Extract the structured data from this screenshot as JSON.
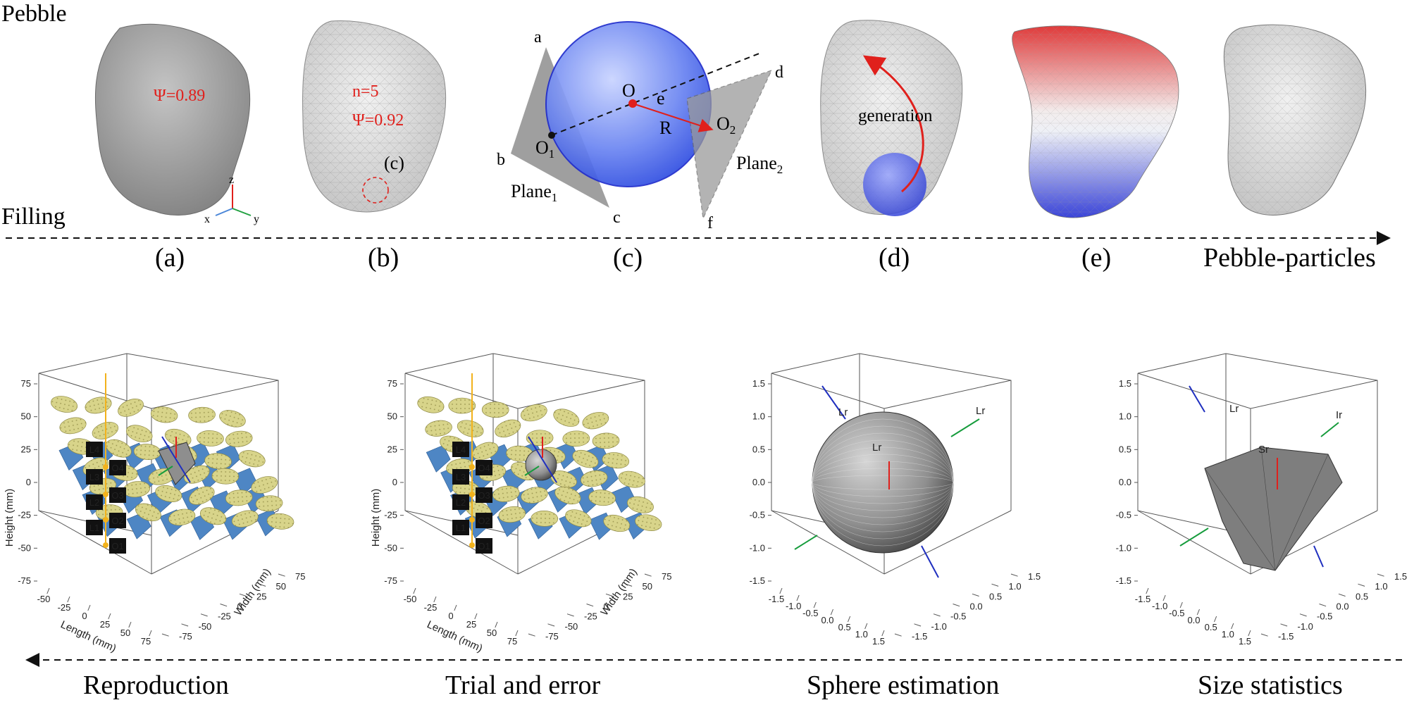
{
  "top": {
    "pebble_label": "Pebble",
    "filling_label": "Filling",
    "panel_a": {
      "caption": "(a)",
      "psi": "Ψ=0.89",
      "axes": [
        "z",
        "x",
        "y"
      ]
    },
    "panel_b": {
      "caption": "(b)",
      "n": "n=5",
      "psi": "Ψ=0.92",
      "marker": "(c)"
    },
    "panel_c": {
      "caption": "(c)",
      "points": [
        "a",
        "b",
        "c",
        "d",
        "e",
        "f",
        "O",
        "R"
      ],
      "o1": "O",
      "o1_sub": "1",
      "o2": "O",
      "o2_sub": "2",
      "plane1": "Plane",
      "plane1_sub": "1",
      "plane2": "Plane",
      "plane2_sub": "2"
    },
    "panel_d": {
      "caption": "(d)",
      "text": "generation"
    },
    "panel_e": {
      "caption": "(e)"
    },
    "final_label": "Pebble-particles"
  },
  "bottom": {
    "labels": [
      "Reproduction",
      "Trial and error",
      "Sphere estimation",
      "Size statistics"
    ],
    "layer_labels": [
      "L4",
      "L3",
      "L2",
      "L1"
    ],
    "point_labels": [
      "O4",
      "O3",
      "O2",
      "O1"
    ],
    "plot1": {
      "ylabel": "Height (mm)",
      "xlabel": "Length (mm)",
      "zlabel": "Width (mm)",
      "yticks": [
        "75",
        "50",
        "25",
        "0",
        "-25",
        "-50",
        "-75"
      ],
      "xticks": [
        "-50",
        "-25",
        "0",
        "25",
        "50",
        "75"
      ],
      "zticks": [
        "75",
        "50",
        "25",
        "0",
        "-25",
        "-50",
        "-75"
      ]
    },
    "plot2": {
      "ylabel": "Height (mm)",
      "xlabel": "Length (mm)",
      "zlabel": "Width (mm)",
      "yticks": [
        "75",
        "50",
        "25",
        "0",
        "-25",
        "-50",
        "-75"
      ],
      "xticks": [
        "-50",
        "-25",
        "0",
        "25",
        "50",
        "75"
      ],
      "zticks": [
        "75",
        "50",
        "25",
        "0",
        "-25",
        "-50",
        "-75"
      ]
    },
    "plot3": {
      "ytick_values": [
        "1.5",
        "1.0",
        "0.5",
        "0.0",
        "-0.5",
        "-1.0",
        "-1.5"
      ],
      "xtick_values": [
        "-1.5",
        "-1.0",
        "-0.5",
        "0.0",
        "0.5",
        "1.0",
        "1.5"
      ],
      "ztick_values": [
        "1.5",
        "1.0",
        "0.5",
        "0.0",
        "-0.5",
        "-1.0",
        "-1.5"
      ],
      "axis_labels": [
        "Lr",
        "Lr",
        "Lr"
      ]
    },
    "plot4": {
      "ytick_values": [
        "1.5",
        "1.0",
        "0.5",
        "0.0",
        "-0.5",
        "-1.0",
        "-1.5"
      ],
      "xtick_values": [
        "-1.5",
        "-1.0",
        "-0.5",
        "0.0",
        "0.5",
        "1.0",
        "1.5"
      ],
      "ztick_values": [
        "1.5",
        "1.0",
        "0.5",
        "0.0",
        "-0.5",
        "-1.0",
        "-1.5"
      ],
      "axis_labels": [
        "Lr",
        "Ir",
        "Sr"
      ]
    }
  },
  "colors": {
    "annotation_red": "#e0201c",
    "sphere_blue": "#4a63e6",
    "pebble_gray": "#a9a9a9",
    "particle_yellow": "#d8d48a",
    "particle_blue": "#4e86c4",
    "guide_orange": "#f2b21c",
    "axis_blue": "#1f2fbf",
    "axis_green": "#169c3c"
  }
}
